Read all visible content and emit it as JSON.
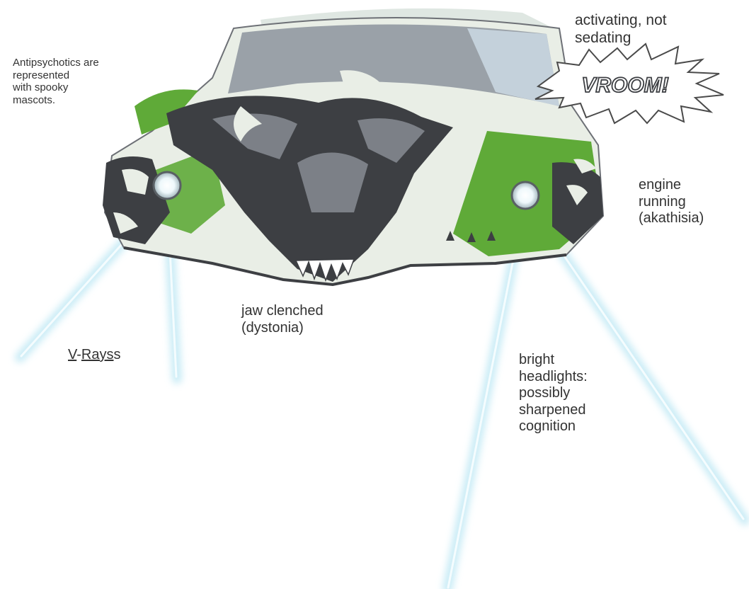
{
  "labels": {
    "antipsychotics": "Antipsychotics are\nrepresented\nwith spooky\nmascots.",
    "activating": "activating, not\nsedating",
    "vroom": "VROOM!",
    "engine": "engine\nrunning\n(akathisia)",
    "jaw": "jaw clenched\n(dystonia)",
    "vrays_v": "V",
    "vrays_dash": "-",
    "vrays_rays": "Rays",
    "vrays_s": "s",
    "bright": "bright\nheadlights:\npossibly\nsharpened\ncognition"
  },
  "colors": {
    "car_body": "#e9eee6",
    "windshield": "#9aa1a8",
    "windshield_reflection": "#c9d6e0",
    "mask_dark": "#3d3f43",
    "mask_mid": "#7c8087",
    "accent_green": "#5faa38",
    "headlight": "#ffffff",
    "beam": "#bfe8f4",
    "text": "#333333"
  },
  "icons": {
    "car": "monster-car-illustration",
    "burst": "vroom-burst-icon",
    "beams": "headlight-beam-icon"
  }
}
